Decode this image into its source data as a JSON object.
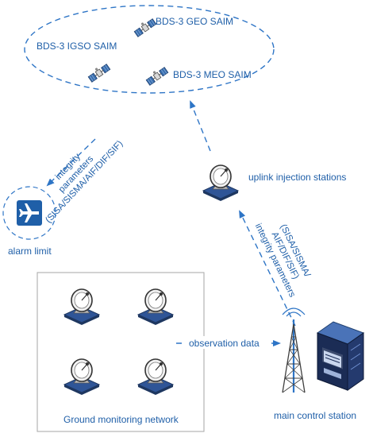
{
  "diagram": {
    "satellites": {
      "geo": "BDS-3 GEO SAIM",
      "igso": "BDS-3 IGSO SAIM",
      "meo": "BDS-3 MEO SAIM"
    },
    "uplink_label": "uplink injection stations",
    "alarm_label": "alarm limit",
    "left_arrow_text": {
      "line1": "integrity",
      "line2": "parameters",
      "line3": "(SISA/SISMA/AIF/DIF/SIF)"
    },
    "right_arrow_text": {
      "line1": "(SISA/SISMA/",
      "line2": "AIF/DIF/SIF)",
      "line3": "integrity parameters"
    },
    "observation_label": "observation data",
    "ground_network_label": "Ground monitoring network",
    "main_station_label": "main control station",
    "colors": {
      "text_blue": "#1f5fa8",
      "arrow_blue": "#2e75c6",
      "dish_base": "#2f5597"
    },
    "icons": [
      "satellite-icon",
      "dish-antenna-icon",
      "airplane-icon",
      "radio-tower-icon",
      "server-icon"
    ]
  }
}
